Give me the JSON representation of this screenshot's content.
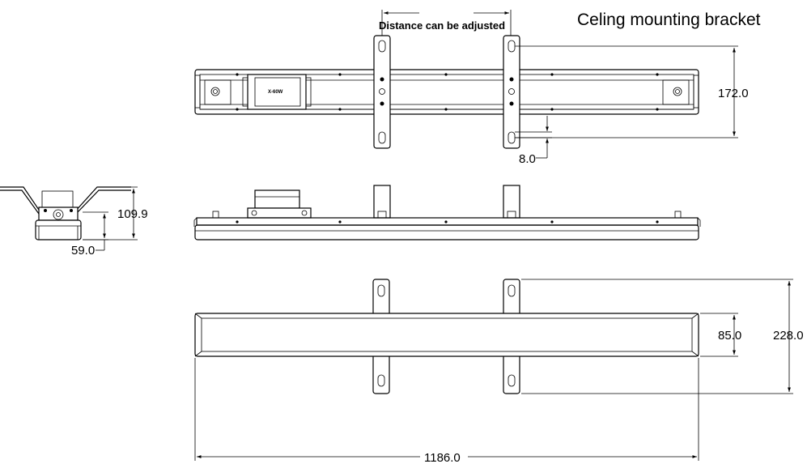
{
  "title": "Celing mounting bracket",
  "note": "Distance can be adjusted",
  "driver_label": "X-60W",
  "dimensions": {
    "bracket_height": "172.0",
    "hole_offset": "8.0",
    "side_height": "109.9",
    "side_width": "59.0",
    "lens_width": "85.0",
    "bracket_span": "228.0",
    "total_length": "1186.0"
  }
}
